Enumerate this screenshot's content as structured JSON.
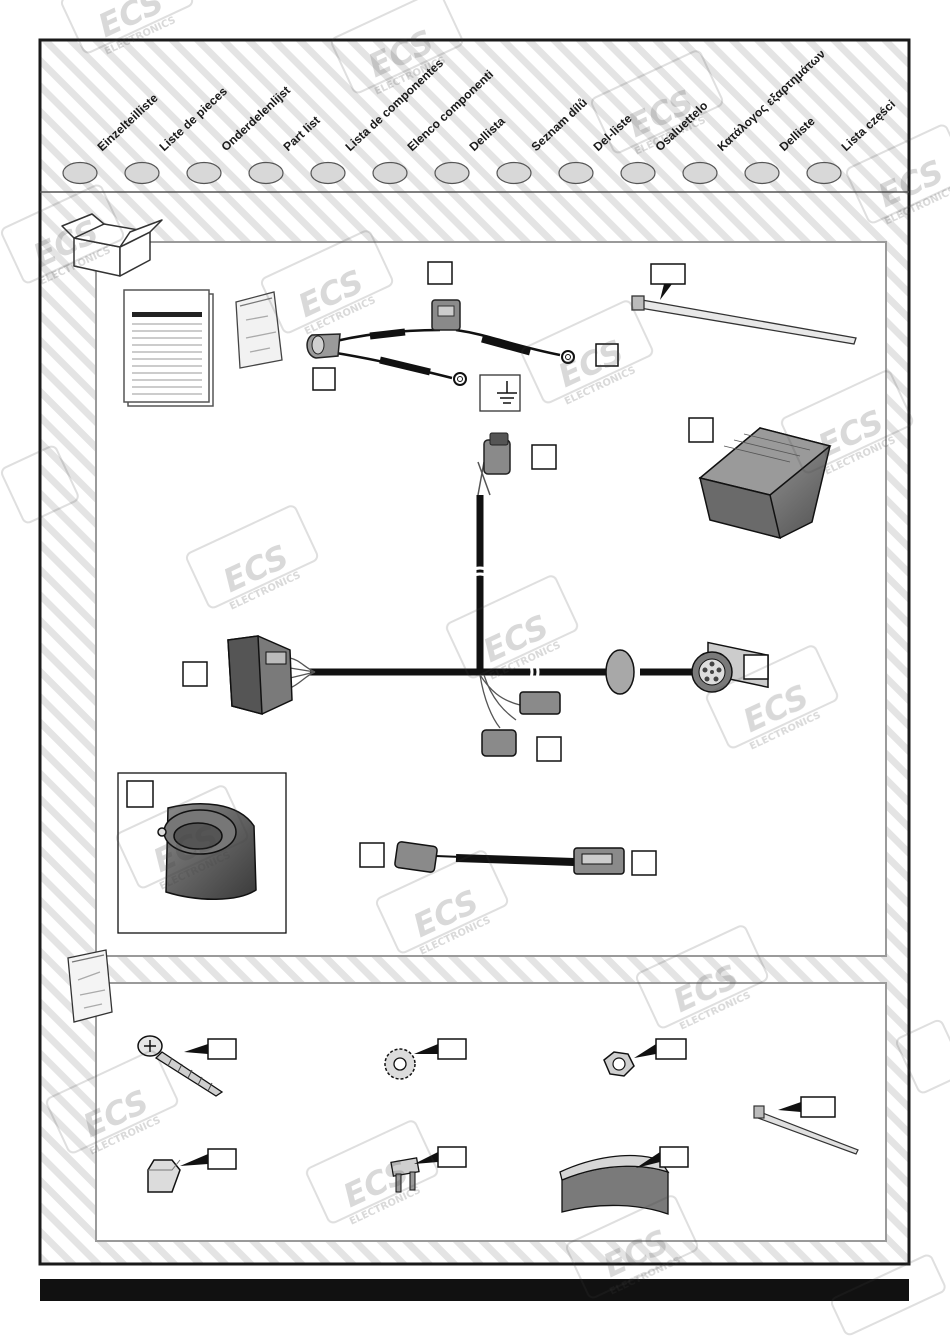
{
  "languages": [
    "Einzelteilliste",
    "Liste de pieces",
    "Onderdelenlijst",
    "Part list",
    "Lista de componentes",
    "Elenco componenti",
    "Dellista",
    "Seznam dílů",
    "Del-liste",
    "Osaluettelo",
    "Κατάλογος εξαρτημάτων",
    "Delliste",
    "Lista części"
  ],
  "watermark": {
    "brand": "ECS",
    "sub": "ELECTRONICS"
  },
  "colors": {
    "frame": "#1a1a1a",
    "panel_border": "#9a9a9a",
    "stripe": "#dcdcdc",
    "oval": "#d8d8d8",
    "cable": "#111111",
    "footer_bar": "#111111"
  },
  "icons": [
    "box-icon",
    "bag-icon",
    "instruction-sheet-icon",
    "ground-symbol-icon",
    "cable-break-icon"
  ]
}
